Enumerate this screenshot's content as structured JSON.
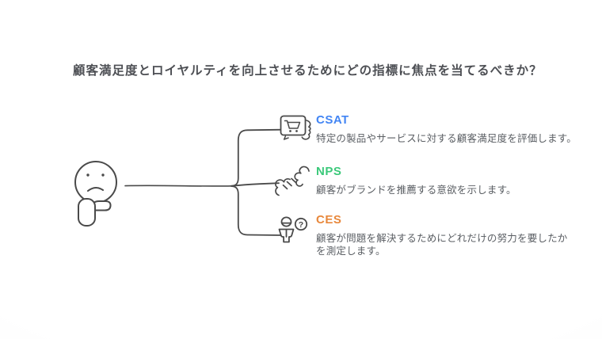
{
  "title": {
    "text": "顧客満足度とロイヤルティを向上させるためにどの指標に焦点を当てるべきか？"
  },
  "diagram": {
    "central_node": {
      "icon": "thinking-face-icon"
    },
    "line_color": "#4A4A4A",
    "branches": [
      {
        "label": "CSAT",
        "description": "特定の製品やサービスに対する顧客満足度を評価します。",
        "color": "#4285F4",
        "icon": "speech-bubble-cart-icon"
      },
      {
        "label": "NPS",
        "description": "顧客がブランドを推薦する意欲を示します。",
        "color": "#3BC97A",
        "icon": "handshake-icon"
      },
      {
        "label": "CES",
        "description": "顧客が問題を解決するためにどれだけの努力を要したかを測定します。",
        "color": "#E8883C",
        "icon": "person-question-icon"
      }
    ]
  }
}
